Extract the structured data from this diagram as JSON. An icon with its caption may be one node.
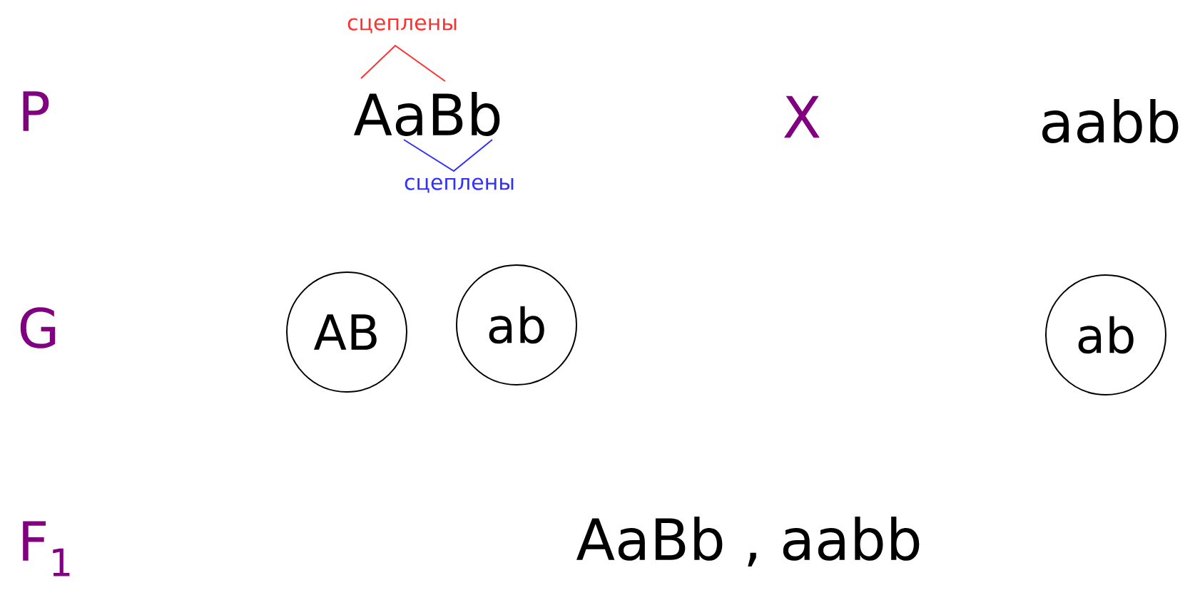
{
  "diagram": {
    "nodes": [
      {
        "text": [
          "AB"
        ]
      },
      {
        "text": [
          "ab"
        ]
      },
      {
        "text": [
          "ab"
        ]
      }
    ],
    "labels": [
      "сцеплены",
      "P",
      "AaBb",
      "X",
      "aabb",
      "сцеплены",
      "G",
      "F$_{1}$",
      "AaBb ,  aabb"
    ]
  }
}
